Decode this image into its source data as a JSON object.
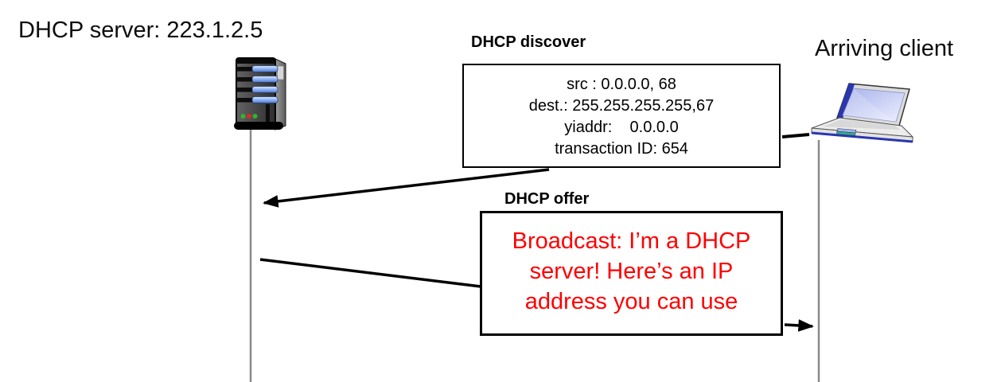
{
  "diagram": {
    "title_context": "DHCP client-server interaction",
    "server": {
      "label": "DHCP server: 223.1.2.5",
      "icon": "server-tower-icon"
    },
    "client": {
      "label": "Arriving client",
      "icon": "laptop-icon"
    },
    "messages": [
      {
        "title": "DHCP discover",
        "direction": "client-to-server",
        "fields": [
          "src : 0.0.0.0, 68",
          "dest.: 255.255.255.255,67",
          "yiaddr:    0.0.0.0",
          "transaction ID: 654"
        ]
      },
      {
        "title": "DHCP offer",
        "direction": "server-to-client",
        "lines": [
          "Broadcast: I’m a DHCP",
          "server! Here’s an IP",
          "address you can use"
        ]
      }
    ],
    "colors": {
      "offer_text_red": "#ff0000",
      "lifeline_gray": "#8a8a8a",
      "line_black": "#000000"
    }
  }
}
